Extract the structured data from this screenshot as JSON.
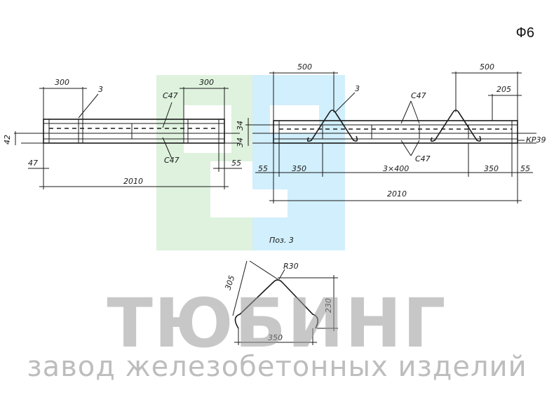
{
  "code": "Ф6",
  "left_view": {
    "dims": {
      "top_left": "300",
      "top_right": "300",
      "height": "42",
      "offset_left": "47",
      "offset_right": "55",
      "total": "2010"
    },
    "labels": {
      "pos": "3",
      "c47_top": "С47",
      "c47_bottom": "С47"
    }
  },
  "right_view": {
    "dims": {
      "top_left": "500",
      "top_right": "500",
      "right_inner": "205",
      "h1": "34",
      "h2": "34",
      "left_end": "55",
      "left_seg": "350",
      "mid": "3×400",
      "right_seg": "350",
      "right_end": "55",
      "total": "2010"
    },
    "labels": {
      "pos": "3",
      "c47_top": "С47",
      "c47_bottom": "С47",
      "kp": "КР39"
    }
  },
  "detail": {
    "caption": "Поз. 3",
    "dims": {
      "radius": "R30",
      "leg": "305",
      "height": "230",
      "width": "350"
    }
  },
  "watermark": {
    "title": "ТЮБИНГ",
    "subtitle": "завод железобетонных изделий",
    "colors": {
      "green": "#d8f0d8",
      "blue": "#c9ecfb",
      "grey": "#9a9a9a"
    }
  }
}
